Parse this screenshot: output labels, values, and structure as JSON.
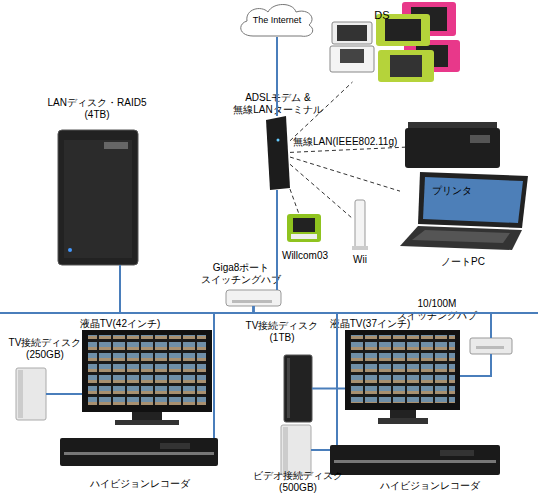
{
  "diagram": {
    "nodes": [
      {
        "text": [
          "The Internet"
        ]
      },
      {
        "text": [
          "DS"
        ]
      },
      {
        "text": [
          "LANディスク・RAID5 (4TB)"
        ]
      },
      {
        "text": [
          "ADSLモデム & 無線LANターミナル"
        ]
      },
      {
        "text": [
          "プリンタ"
        ]
      },
      {
        "text": [
          "ノートPC"
        ]
      },
      {
        "text": [
          "Willcom03"
        ]
      },
      {
        "text": [
          "Wii"
        ]
      },
      {
        "text": [
          "Giga8ポート スイッチングハブ"
        ]
      },
      {
        "text": [
          "10/100M スイッチングハブ"
        ]
      },
      {
        "text": [
          "液晶TV(42インチ)"
        ]
      },
      {
        "text": [
          "TV接続ディスク (250GB)"
        ]
      },
      {
        "text": [
          "ハイビジョンレコーダ"
        ]
      },
      {
        "text": [
          "TV接続ディスク (1TB)"
        ]
      },
      {
        "text": [
          "液晶TV(37インチ)"
        ]
      },
      {
        "text": [
          "ビデオ接続ディスク (500GB)"
        ]
      },
      {
        "text": [
          "ハイビジョンレコーダ"
        ]
      }
    ],
    "edges": [
      {
        "from": 0,
        "to": 3,
        "arrow": "none"
      },
      {
        "from": 3,
        "to": 1,
        "arrow": "none"
      },
      {
        "from": 3,
        "to": 4,
        "arrow": "none"
      },
      {
        "from": 3,
        "to": 5,
        "arrow": "none"
      },
      {
        "from": 3,
        "to": 6,
        "arrow": "none"
      },
      {
        "from": 3,
        "to": 7,
        "arrow": "none"
      },
      {
        "from": 3,
        "to": 8,
        "arrow": "none"
      },
      {
        "from": 8,
        "to": 2,
        "arrow": "none"
      },
      {
        "from": 8,
        "to": 12,
        "arrow": "none"
      },
      {
        "from": 8,
        "to": 16,
        "arrow": "none"
      },
      {
        "from": 8,
        "to": 9,
        "arrow": "none"
      },
      {
        "from": 9,
        "to": 14,
        "arrow": "none"
      },
      {
        "from": 11,
        "to": 10,
        "arrow": "none"
      },
      {
        "from": 13,
        "to": 14,
        "arrow": "none"
      },
      {
        "from": 15,
        "to": 16,
        "arrow": "none"
      }
    ],
    "labels": [
      "無線LAN(IEEE802.11g)"
    ]
  }
}
